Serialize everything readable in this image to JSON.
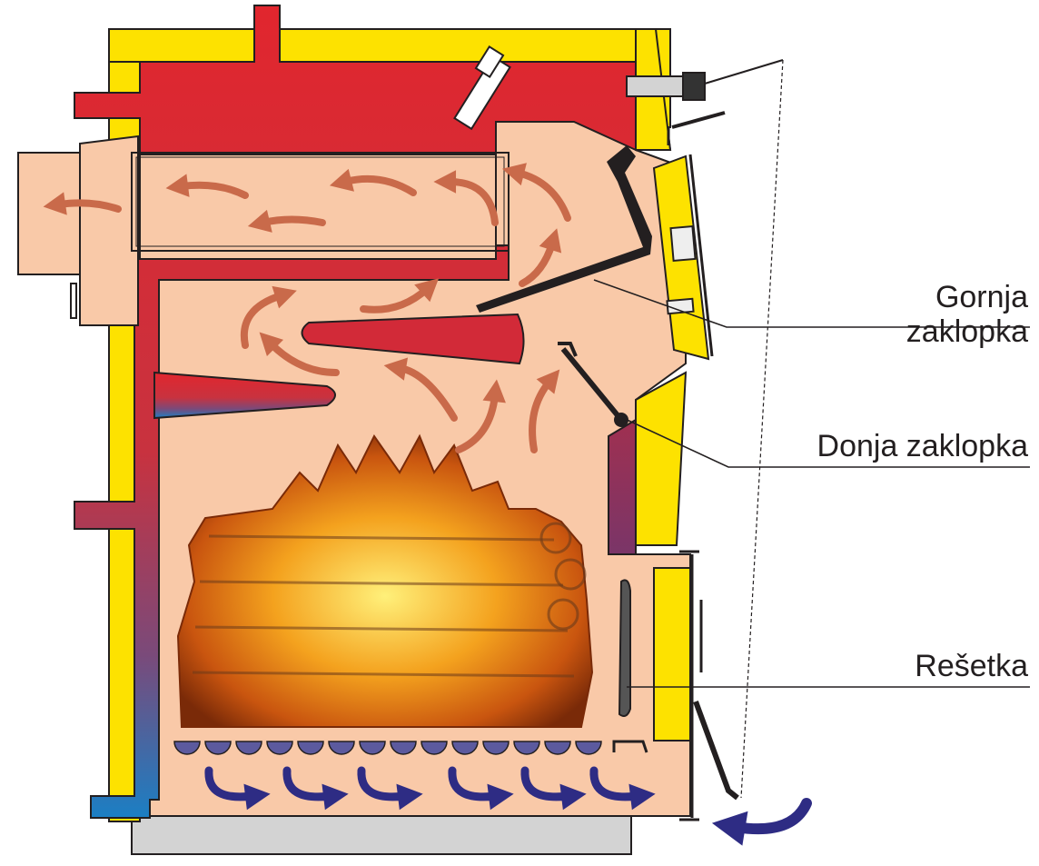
{
  "labels": {
    "gornja_line1": "Gornja",
    "gornja_line2": "zaklopka",
    "donja": "Donja zaklopka",
    "resetka": "Rešetka"
  },
  "colors": {
    "insulation": "#fde200",
    "insulation_edge": "#d6b100",
    "water_top": "#e1262e",
    "water_mid": "#c8323f",
    "water_bottom": "#1b7fc4",
    "chamber": "#f9c9a8",
    "smoke_arrow": "#c96a4a",
    "air_arrow": "#2e2c84",
    "grate": "#5c5a9e",
    "base": "#d3d3d3",
    "outline": "#231f20",
    "purple_plate": "#8b3560"
  },
  "icons": {
    "smoke_arrow": "curved-arrow-icon",
    "air_arrow": "curved-arrow-icon",
    "fire": "fire-icon"
  }
}
